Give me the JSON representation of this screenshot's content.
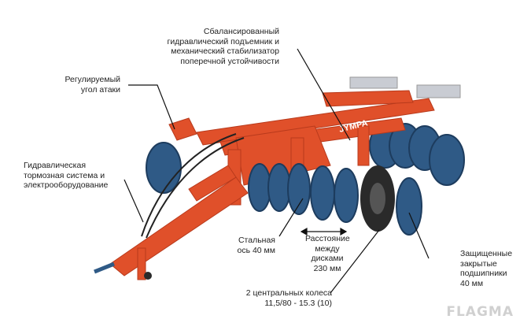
{
  "labels": {
    "hydraulic_lift": "Сбалансированный\nгидравлический подъемник и\nмеханический стабилизатор\nпоперечной устойчивости",
    "attack_angle": "Регулируемый\nугол атаки",
    "brake_system": "Гидравлическая\nтормозная система и\nэлектрооборудование",
    "steel_axle": "Стальная\nось 40 мм",
    "disc_spacing": "Расстояние\nмежду\nдисками\n230 мм",
    "bearings": "Защищенные\nзакрытые\nподшипники\n40 мм",
    "center_wheels": "2 центральных колеса\n11,5/80 - 15.3 (10)"
  },
  "brand_text": "JYMPA",
  "watermark": "FLAGMA",
  "colors": {
    "frame": "#e0502a",
    "frame_dark": "#b83a1c",
    "disc": "#2f5a86",
    "disc_dark": "#1d3c5e",
    "tire": "#2a2a2a",
    "leader": "#111111"
  }
}
